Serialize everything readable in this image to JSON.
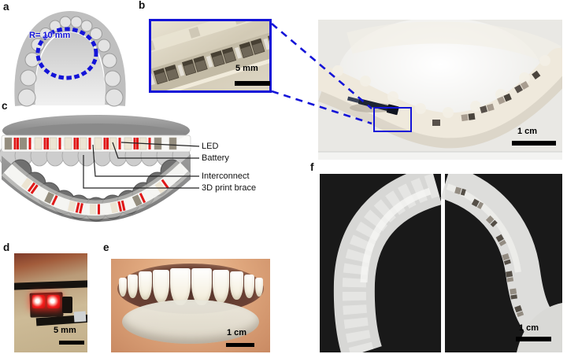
{
  "panels": {
    "a": {
      "label": "a",
      "annotation": "R= 10 mm"
    },
    "b": {
      "label": "b",
      "inset_scalebar": "5 mm",
      "photo_scalebar": "1 cm"
    },
    "c": {
      "label": "c",
      "callout_led": "LED",
      "callout_battery": "Battery",
      "callout_interconnect": "Interconnect",
      "callout_brace": "3D print brace"
    },
    "d": {
      "label": "d",
      "scalebar": "5 mm"
    },
    "e": {
      "label": "e",
      "scalebar": "1 cm"
    },
    "f": {
      "label": "f",
      "scalebar": "1 cm"
    }
  },
  "colors": {
    "annotation_blue": "#1414d8",
    "led_red": "#e01818",
    "scalebar_black": "#000000",
    "photo_f_background": "#191919"
  }
}
